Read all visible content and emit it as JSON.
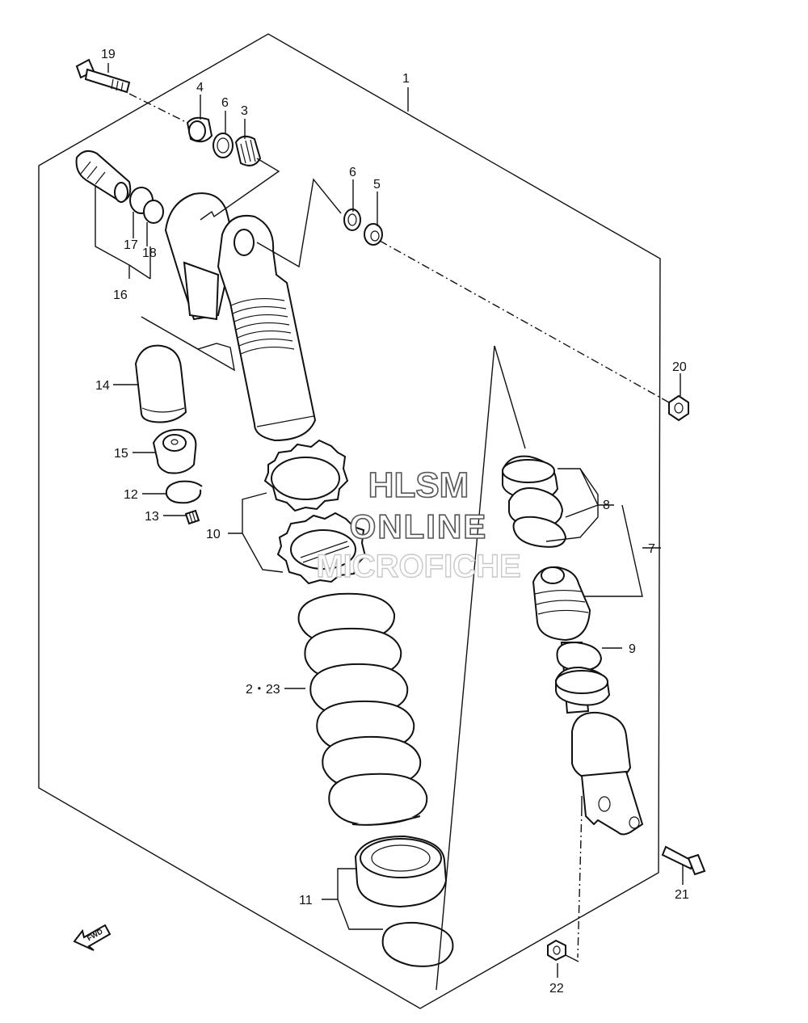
{
  "labels": {
    "p1": "1",
    "p2_23": "2・23",
    "p3": "3",
    "p4": "4",
    "p5": "5",
    "p6a": "6",
    "p6b": "6",
    "p7": "7",
    "p8": "8",
    "p9": "9",
    "p10": "10",
    "p11": "11",
    "p12": "12",
    "p13": "13",
    "p14": "14",
    "p15": "15",
    "p16": "16",
    "p17": "17",
    "p18": "18",
    "p19": "19",
    "p20": "20",
    "p21": "21",
    "p22": "22"
  },
  "watermark": {
    "line1": "HLSM",
    "line2": "ONLINE",
    "line3": "MICROFICHE"
  },
  "fwd_arrow": {
    "text": "FWD"
  }
}
